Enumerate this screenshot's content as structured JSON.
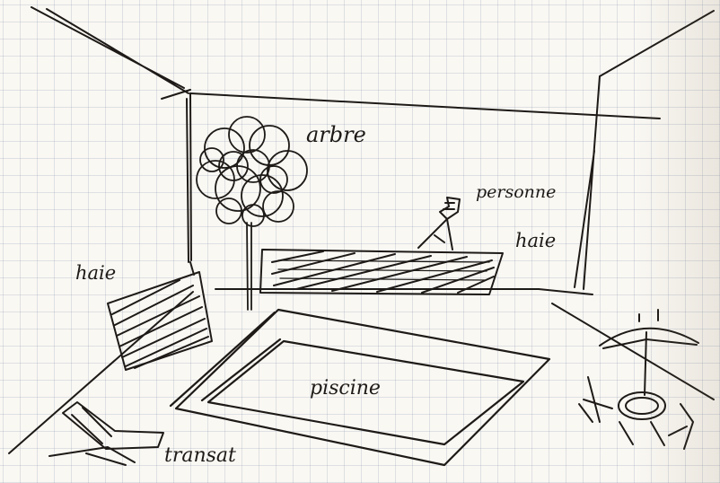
{
  "labels": {
    "tree": "arbre",
    "person": "personne",
    "hedge_back": "haie",
    "hedge_left": "haie",
    "pool": "piscine",
    "deckchair": "transat"
  },
  "colors": {
    "ink": "#1d1a17",
    "paper": "#faf8f3",
    "grid": "#969fb9"
  }
}
